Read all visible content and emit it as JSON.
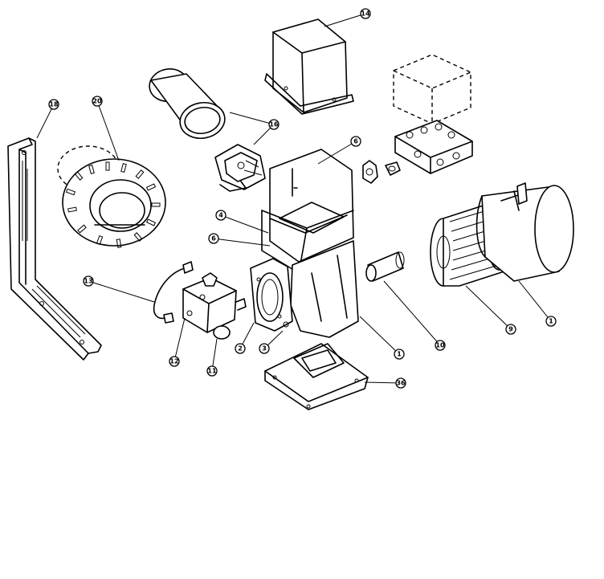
{
  "callouts": [
    {
      "id": "c14a",
      "label": "14"
    },
    {
      "id": "c16a",
      "label": "16"
    },
    {
      "id": "c18",
      "label": "18"
    },
    {
      "id": "c20",
      "label": "20"
    },
    {
      "id": "c6top",
      "label": "6"
    },
    {
      "id": "c4",
      "label": "4"
    },
    {
      "id": "c6mid",
      "label": "6"
    },
    {
      "id": "c13",
      "label": "13"
    },
    {
      "id": "c12",
      "label": "12"
    },
    {
      "id": "c11",
      "label": "11"
    },
    {
      "id": "c2",
      "label": "2"
    },
    {
      "id": "c3",
      "label": "3"
    },
    {
      "id": "c1mid",
      "label": "1"
    },
    {
      "id": "c10",
      "label": "10"
    },
    {
      "id": "c9",
      "label": "9"
    },
    {
      "id": "c1right",
      "label": "1"
    },
    {
      "id": "c36",
      "label": "36"
    }
  ]
}
